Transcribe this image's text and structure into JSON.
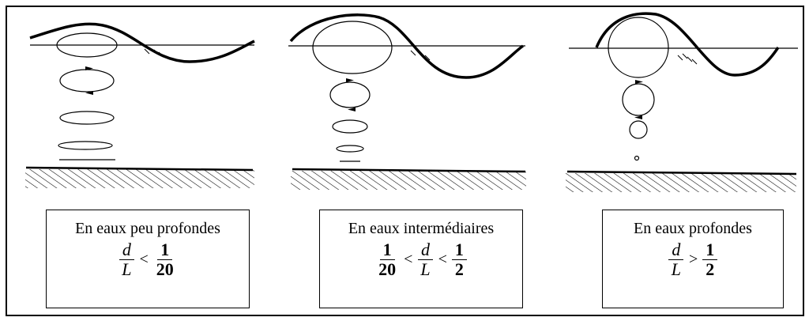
{
  "panels": [
    {
      "title": "En eaux peu profondes",
      "formula": {
        "left_num": "",
        "left_den": "",
        "lt1": "",
        "mid_num": "d",
        "mid_den": "L",
        "op2": "<",
        "right_num": "1",
        "right_den": "20"
      }
    },
    {
      "title": "En eaux intermédiaires",
      "formula": {
        "left_num": "1",
        "left_den": "20",
        "lt1": "<",
        "mid_num": "d",
        "mid_den": "L",
        "op2": "<",
        "right_num": "1",
        "right_den": "2"
      }
    },
    {
      "title": "En eaux profondes",
      "formula": {
        "left_num": "",
        "left_den": "",
        "lt1": "",
        "mid_num": "d",
        "mid_den": "L",
        "op2": ">",
        "right_num": "1",
        "right_den": "2"
      }
    }
  ]
}
